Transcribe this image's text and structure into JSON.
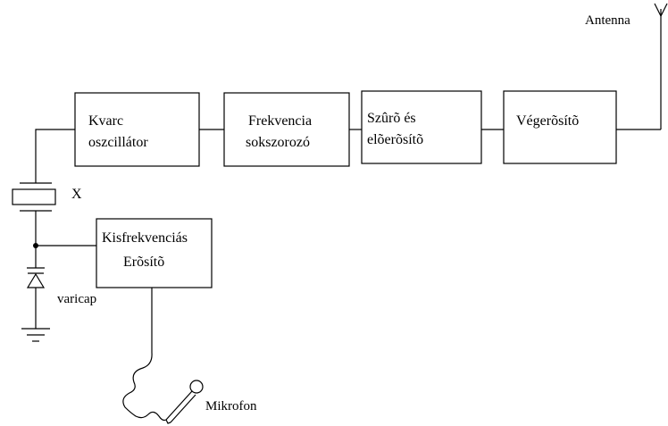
{
  "blocks": {
    "crystal_oscillator": {
      "line1": "Kvarc",
      "line2": "oszcillátor"
    },
    "frequency_multiplier": {
      "line1": "Frekvencia",
      "line2": "sokszorozó"
    },
    "filter_preamp": {
      "line1": "Szûrõ és",
      "line2": "elõerõsítõ"
    },
    "power_amplifier": {
      "line1": "Végerõsítõ"
    },
    "af_amplifier": {
      "line1": "Kisfrekvenciás",
      "line2": "Erõsítõ"
    }
  },
  "labels": {
    "antenna": "Antenna",
    "crystal": "X",
    "varicap": "varicap",
    "microphone": "Mikrofon"
  },
  "colors": {
    "stroke": "#000000",
    "background": "#ffffff"
  }
}
